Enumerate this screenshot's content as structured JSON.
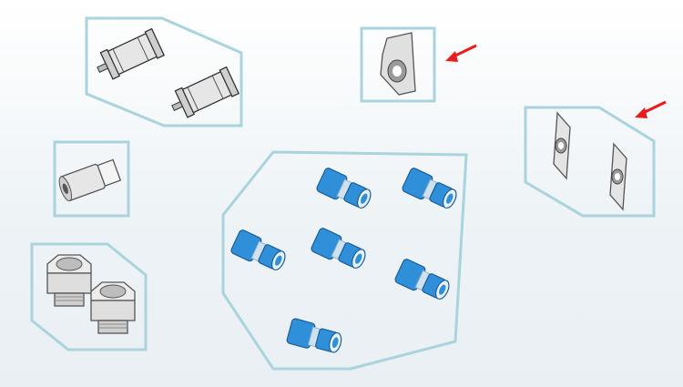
{
  "colors": {
    "group_outline": "#a9d3dd",
    "fitting_blue": "#2f8fd8",
    "fitting_blue_dark": "#1c5f9c",
    "metal_light": "#e4e4e4",
    "metal_dark": "#8a8a8a",
    "arrow_red": "#e81c1c"
  },
  "groups": [
    {
      "icon": "pneumatic-cylinder-icon",
      "count": 2
    },
    {
      "icon": "mounting-bracket-icon",
      "count": 1,
      "highlighted": true
    },
    {
      "icon": "diamond-flange-icon",
      "count": 2,
      "highlighted": true
    },
    {
      "icon": "hex-adapter-icon",
      "count": 1
    },
    {
      "icon": "hex-reducer-fitting-icon",
      "count": 2
    },
    {
      "icon": "blue-compression-fitting-icon",
      "count": 6
    }
  ]
}
